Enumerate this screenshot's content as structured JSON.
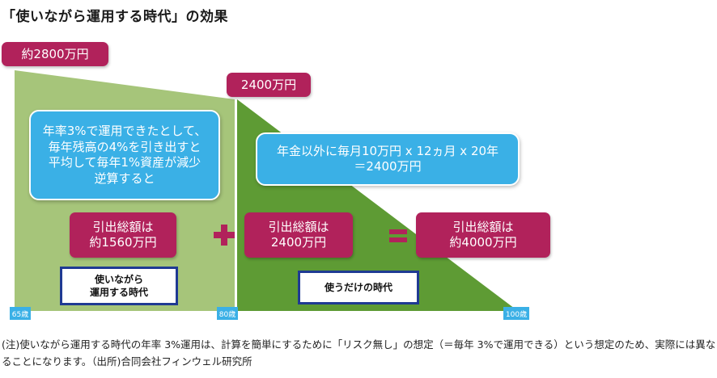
{
  "title": "「使いながら運用する時代」の効果",
  "top_left_amount": "約2800万円",
  "top_mid_amount": "2400万円",
  "bubble_left": [
    "年率3%で運用できたとして、",
    "毎年残高の4%を引き出すと",
    "平均して毎年1%資産が減少",
    "逆算すると"
  ],
  "bubble_right": [
    "年金以外に毎月10万円 x 12ヵ月 x 20年",
    "＝2400万円"
  ],
  "totals": {
    "left": [
      "引出総額は",
      "約1560万円"
    ],
    "middle": [
      "引出総額は",
      "2400万円"
    ],
    "right": [
      "引出総額は",
      "約4000万円"
    ]
  },
  "operators": {
    "plus": "+",
    "equals": "="
  },
  "eras": {
    "left": [
      "使いながら",
      "運用する時代"
    ],
    "right": [
      "使うだけの時代"
    ]
  },
  "ages": [
    "65歳",
    "80歳",
    "100歳"
  ],
  "note": "(注)使いながら運用する時代の年率 3%運用は、計算を簡単にするために「リスク無し」の想定（＝毎年 3%で運用できる）という想定のため、実際には異なることになります。（出所)合同会社フィンウェル研究所",
  "colors": {
    "light_green": "#a6c57a",
    "dark_green": "#5e9b34",
    "magenta": "#b1225b",
    "blue": "#3ab0e6",
    "navy": "#1f3a93"
  }
}
